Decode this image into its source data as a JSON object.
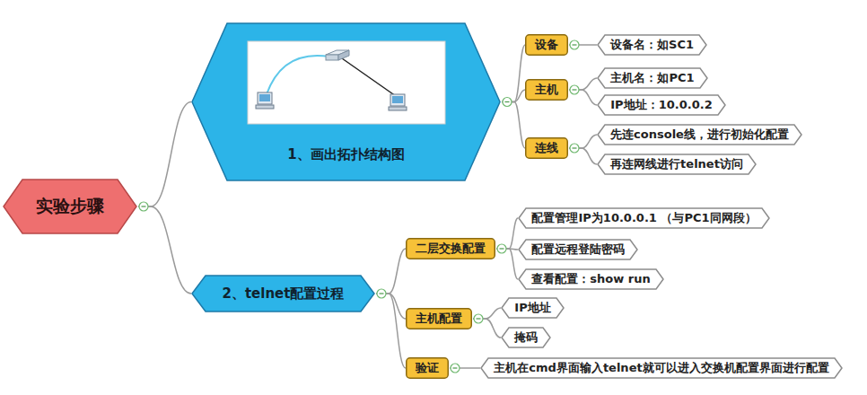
{
  "diagram": {
    "nodes": [
      {
        "text": [
          "实验步骤"
        ]
      },
      {
        "text": [
          "1、画出拓扑结构图"
        ]
      },
      {
        "text": [
          "设备"
        ]
      },
      {
        "text": [
          "设备名：如SC1"
        ]
      },
      {
        "text": [
          "主机"
        ]
      },
      {
        "text": [
          "主机名：如PC1"
        ]
      },
      {
        "text": [
          "IP地址：10.0.0.2"
        ]
      },
      {
        "text": [
          "连线"
        ]
      },
      {
        "text": [
          "先连console线，进行初始化配置"
        ]
      },
      {
        "text": [
          "再连网线进行telnet访问"
        ]
      },
      {
        "text": [
          "2、telnet配置过程"
        ]
      },
      {
        "text": [
          "二层交换配置"
        ]
      },
      {
        "text": [
          "配置管理IP为10.0.0.1 （与PC1同网段）"
        ]
      },
      {
        "text": [
          "配置远程登陆密码"
        ]
      },
      {
        "text": [
          "查看配置：show run"
        ]
      },
      {
        "text": [
          "主机配置"
        ]
      },
      {
        "text": [
          "IP地址"
        ]
      },
      {
        "text": [
          "掩码"
        ]
      },
      {
        "text": [
          "验证"
        ]
      },
      {
        "text": [
          "主机在cmd界面输入telnet就可以进入交换机配置界面进行配置"
        ]
      }
    ],
    "edges": [
      {
        "from": 0,
        "to": 1,
        "arrow": "none"
      },
      {
        "from": 0,
        "to": 10,
        "arrow": "none"
      },
      {
        "from": 1,
        "to": 2,
        "arrow": "none"
      },
      {
        "from": 1,
        "to": 4,
        "arrow": "none"
      },
      {
        "from": 1,
        "to": 7,
        "arrow": "none"
      },
      {
        "from": 2,
        "to": 3,
        "arrow": "none"
      },
      {
        "from": 4,
        "to": 5,
        "arrow": "none"
      },
      {
        "from": 4,
        "to": 6,
        "arrow": "none"
      },
      {
        "from": 7,
        "to": 8,
        "arrow": "none"
      },
      {
        "from": 7,
        "to": 9,
        "arrow": "none"
      },
      {
        "from": 10,
        "to": 11,
        "arrow": "none"
      },
      {
        "from": 10,
        "to": 15,
        "arrow": "none"
      },
      {
        "from": 10,
        "to": 18,
        "arrow": "none"
      },
      {
        "from": 11,
        "to": 12,
        "arrow": "none"
      },
      {
        "from": 11,
        "to": 13,
        "arrow": "none"
      },
      {
        "from": 11,
        "to": 14,
        "arrow": "none"
      },
      {
        "from": 15,
        "to": 16,
        "arrow": "none"
      },
      {
        "from": 15,
        "to": 17,
        "arrow": "none"
      },
      {
        "from": 18,
        "to": 19,
        "arrow": "none"
      }
    ]
  }
}
